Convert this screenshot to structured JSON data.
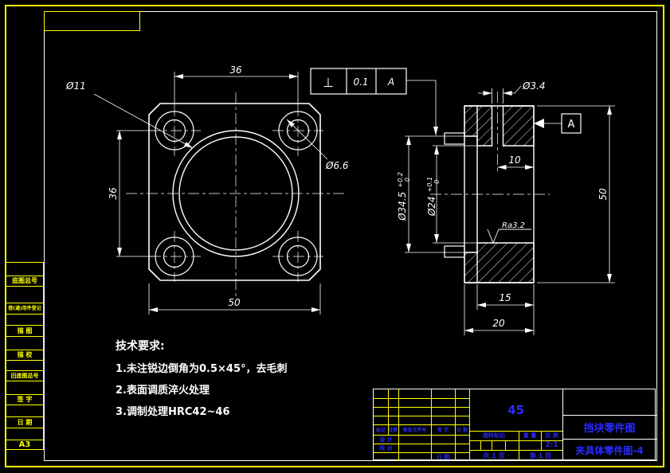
{
  "colors": {
    "background": "#000000",
    "line": "#ffffff",
    "border": "#ffff00",
    "title_text": "#2a2aff",
    "strip_text": "#ffff00"
  },
  "drawing": {
    "front_view": {
      "dim_top": "36",
      "dim_left": "36",
      "dim_bottom": "50",
      "label_counterbore": "Ø11",
      "label_hole": "Ø6.6"
    },
    "tolerance_frame": {
      "symbol": "⊥",
      "value": "0.1",
      "datum": "A"
    },
    "section_view": {
      "dim_small_hole": "Ø3.4",
      "dim_hole_offset": "10",
      "datum_label": "A",
      "dim_height": "50",
      "bore_large_prefix": "Ø34.5",
      "bore_large_tol_upper": "+0.2",
      "bore_large_tol_lower": "0",
      "bore_small_prefix": "Ø24",
      "bore_small_tol_upper": "+0.1",
      "bore_small_tol_lower": "0",
      "surface_finish": "Ra3.2",
      "dim_depth_inner": "15",
      "dim_depth_total": "20"
    },
    "tech_requirements": {
      "title": "技术要求:",
      "items": [
        "1.未注锐边倒角为0.5×45°，去毛刺",
        "2.表面调质淬火处理",
        "3.调制处理HRC42~46"
      ]
    }
  },
  "side_strip": {
    "labels": [
      "底图总号",
      "借(通)用件登记",
      "描 图",
      "描 校",
      "旧底图总号",
      "签 字",
      "日 期"
    ],
    "sheet_size": "A3"
  },
  "title_block": {
    "material": "45",
    "rev_headers": [
      "标记",
      "处数",
      "更改文件号",
      "签 字",
      "日 期"
    ],
    "row_design": "设 计",
    "row_check": "校 对",
    "row_date": "日 期",
    "stamp_header": "图样标记",
    "weight_header": "重 量",
    "scale_header": "比 例",
    "scale_value": "2:1",
    "sheets_total": "共 1 页",
    "sheet_number": "第 1 页",
    "part_title": "挡块零件图",
    "project_title": "夹具体零件图-4"
  }
}
